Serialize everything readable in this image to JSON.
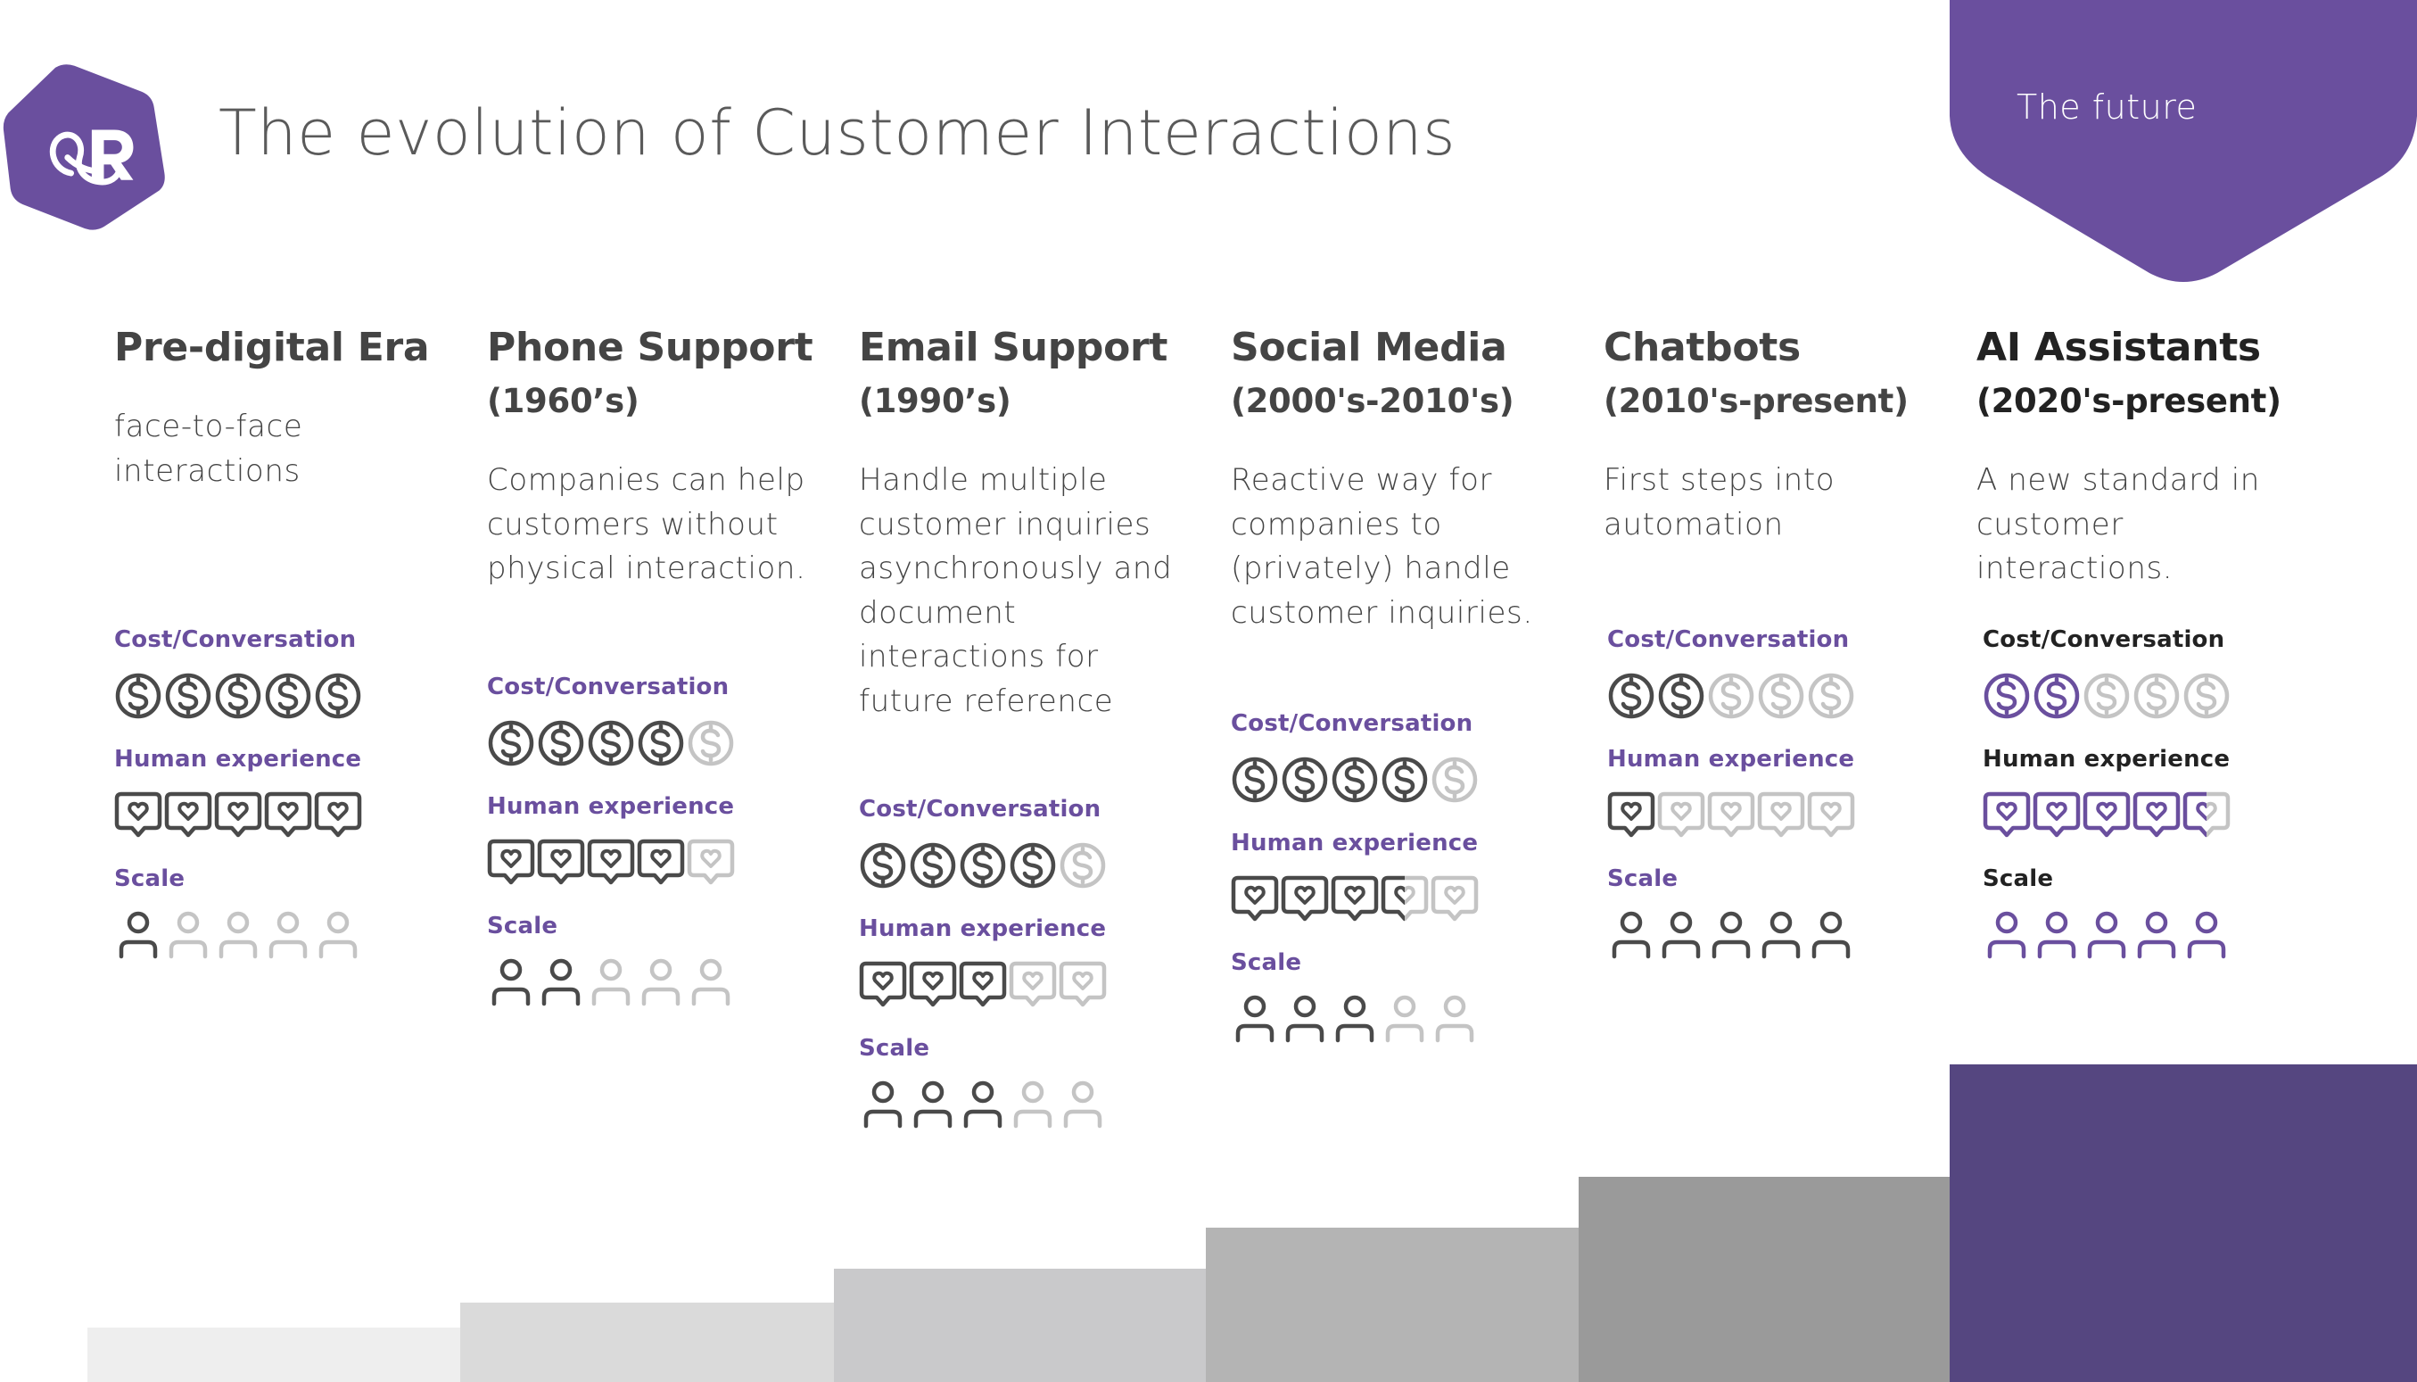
{
  "header": {
    "title": "The evolution of Customer Interactions",
    "logo_icon": "qr-monogram-hexagon-logo",
    "future_label": "The future"
  },
  "colors": {
    "brand_purple": "#6a4f9e",
    "bar_purple": "#554680",
    "icon_active": "#4a4a4a",
    "icon_inactive": "#c4c4c4",
    "text": "#444444"
  },
  "metric_labels": {
    "cost": "Cost/Conversation",
    "human": "Human experience",
    "scale": "Scale"
  },
  "icons": {
    "cost": "dollar-coin-icon",
    "human": "heart-speech-bubble-icon",
    "scale": "person-icon"
  },
  "eras": [
    {
      "title": "Pre-digital Era",
      "period": "",
      "description": [
        "face-to-face",
        "interactions"
      ],
      "cost": 5,
      "human": 5,
      "scale": 1
    },
    {
      "title": "Phone Support",
      "period": "(1960’s)",
      "description": [
        "Companies can help",
        "customers without",
        "physical interaction."
      ],
      "cost": 4,
      "human": 4,
      "scale": 2
    },
    {
      "title": "Email Support",
      "period": "(1990’s)",
      "description": [
        "Handle multiple",
        "customer inquiries",
        "asynchronously and",
        "document",
        "interactions for",
        "future reference"
      ],
      "cost": 4,
      "human": 3,
      "scale": 3
    },
    {
      "title": "Social Media",
      "period": "(2000's-2010's)",
      "description": [
        "Reactive way for",
        "companies to",
        "(privately) handle",
        "customer inquiries."
      ],
      "cost": 4,
      "human": 3.5,
      "scale": 3
    },
    {
      "title": "Chatbots",
      "period": "(2010's-present)",
      "description": [
        "First steps into",
        "automation"
      ],
      "cost": 2,
      "human": 1,
      "scale": 5
    },
    {
      "title": "AI Assistants",
      "period": "(2020's-present)",
      "description": [
        "A new standard in",
        "customer interactions."
      ],
      "cost": 2,
      "human": 4.5,
      "scale": 5
    }
  ],
  "chart_data": {
    "type": "bar",
    "title": "The evolution of Customer Interactions",
    "categories": [
      "Pre-digital Era",
      "Phone Support",
      "Email Support",
      "Social Media",
      "Chatbots",
      "AI Assistants"
    ],
    "series": [
      {
        "name": "Cost/Conversation",
        "values": [
          5,
          4,
          4,
          4,
          2,
          2
        ]
      },
      {
        "name": "Human experience",
        "values": [
          5,
          4,
          3,
          3.5,
          1,
          4.5
        ]
      },
      {
        "name": "Scale",
        "values": [
          1,
          2,
          3,
          3,
          5,
          5
        ]
      },
      {
        "name": "Evolution step (relative bar height, px)",
        "values": [
          61,
          89,
          127,
          173,
          230,
          356
        ]
      }
    ],
    "bar_colors": [
      "#eeeeee",
      "#dadada",
      "#c9c9cb",
      "#b4b4b4",
      "#9a9a9a",
      "#554680"
    ],
    "xlabel": "",
    "ylabel": "",
    "ylim": [
      0,
      5
    ],
    "legend": "none",
    "grid": false
  }
}
